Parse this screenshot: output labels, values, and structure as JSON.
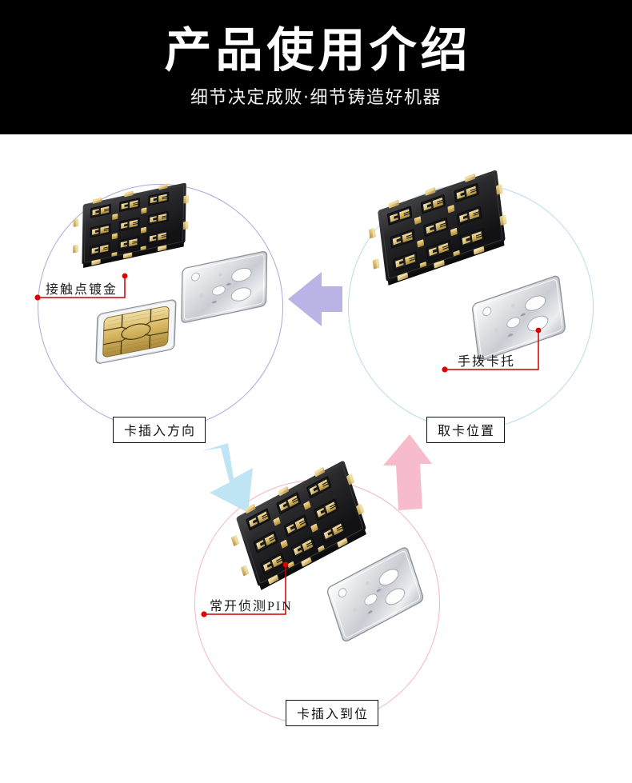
{
  "header": {
    "title": "产品使用介绍",
    "subtitle": "细节决定成败·细节铸造好机器",
    "background_color": "#000000",
    "title_color": "#ffffff"
  },
  "panels": [
    {
      "id": "card-insert-direction",
      "caption": "卡插入方向",
      "annotation": "接触点镀金",
      "ring_color": "#a9a8da",
      "parts": [
        "sim-connector",
        "metal-tray",
        "sim-card"
      ]
    },
    {
      "id": "card-removal-position",
      "caption": "取卡位置",
      "annotation": "手拨卡托",
      "ring_color": "#b5dcee",
      "parts": [
        "sim-connector",
        "metal-tray"
      ]
    },
    {
      "id": "card-fully-inserted",
      "caption": "卡插入到位",
      "annotation": "常开侦测PIN",
      "ring_color": "#f3b5c6",
      "parts": [
        "sim-connector",
        "metal-tray"
      ]
    }
  ],
  "arrows": [
    {
      "id": "arrow-right-to-left",
      "color": "#b9b3e6",
      "direction": "left"
    },
    {
      "id": "arrow-topleft-to-bottom",
      "color": "#bfe4f4",
      "direction": "down-right"
    },
    {
      "id": "arrow-bottom-to-topright",
      "color": "#f6bccb",
      "direction": "up"
    }
  ],
  "annotation_style": {
    "line_color": "#cc0000",
    "dot_color": "#e00000"
  }
}
